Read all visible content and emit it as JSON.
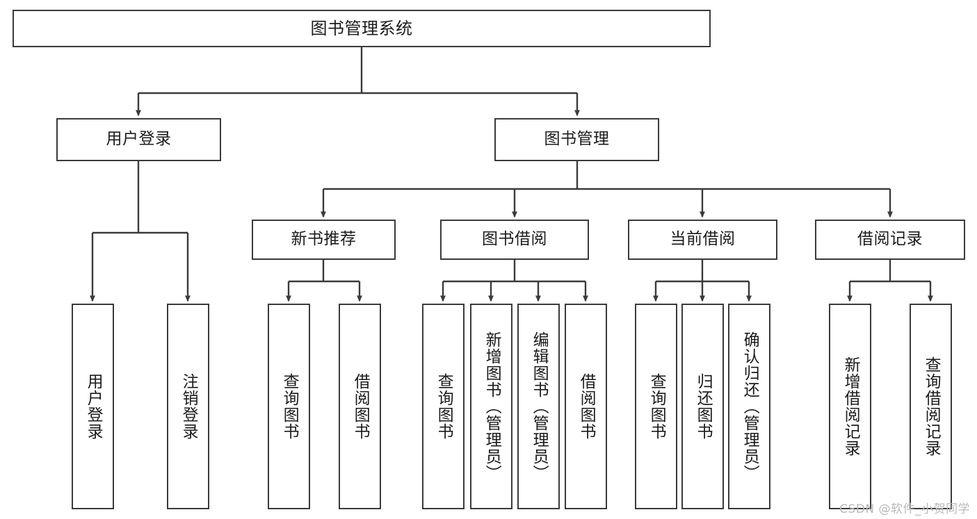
{
  "diagram": {
    "type": "tree-hierarchy",
    "title": "图书管理系统",
    "watermark": "CSDN @软件_小贺同学",
    "colors": {
      "box_border": "#3a3a3a",
      "box_fill": "#ffffff",
      "edge": "#3a3a3a",
      "text": "#1b1b1b",
      "watermark": "#b9b9b9",
      "background": "#ffffff"
    },
    "root": {
      "label": "图书管理系统"
    },
    "level2": [
      {
        "label": "用户登录"
      },
      {
        "label": "图书管理"
      }
    ],
    "level3": [
      {
        "label": "新书推荐"
      },
      {
        "label": "图书借阅"
      },
      {
        "label": "当前借阅"
      },
      {
        "label": "借阅记录"
      }
    ],
    "leaves": {
      "user_login": [
        {
          "label": "用户登录"
        },
        {
          "label": "注销登录"
        }
      ],
      "new_book_recommend": [
        {
          "label": "查询图书"
        },
        {
          "label": "借阅图书"
        }
      ],
      "book_borrow": [
        {
          "label": "查询图书"
        },
        {
          "label": "新增图书（管理员）"
        },
        {
          "label": "编辑图书（管理员）"
        },
        {
          "label": "借阅图书"
        }
      ],
      "current_borrow": [
        {
          "label": "查询图书"
        },
        {
          "label": "归还图书"
        },
        {
          "label": "确认归还（管理员）"
        }
      ],
      "borrow_record": [
        {
          "label": "新增借阅记录"
        },
        {
          "label": "查询借阅记录"
        }
      ]
    }
  }
}
